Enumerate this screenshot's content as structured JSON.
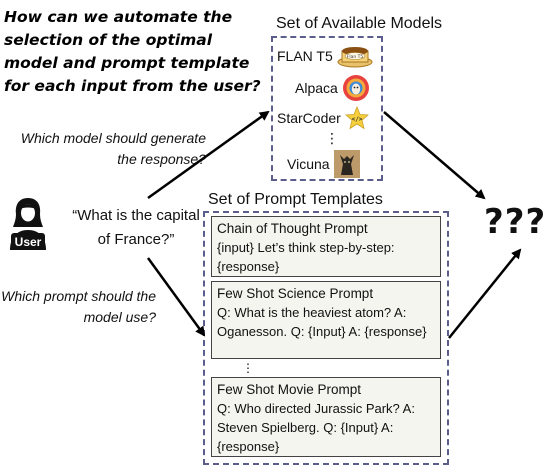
{
  "question": "How can we automate the selection of the optimal model and prompt template for each input from the user?",
  "model_question": "Which model should generate the response?",
  "prompt_question": "Which prompt should the model use?",
  "user": {
    "label": "User",
    "input": "“What is the capital of France?”"
  },
  "models": {
    "title": "Set of Available Models",
    "items": [
      {
        "name": "FLAN T5",
        "badge": "Flan T5",
        "icon": "flan-pudding-icon"
      },
      {
        "name": "Alpaca",
        "icon": "alpaca-icon"
      },
      {
        "name": "StarCoder",
        "badge": "</>",
        "icon": "star-code-icon"
      },
      {
        "name": "Vicuna",
        "icon": "vicuna-icon"
      }
    ],
    "ellipsis": "⋮"
  },
  "templates": {
    "title": "Set of Prompt Templates",
    "items": [
      {
        "name": "Chain of Thought Prompt",
        "body": "{input} Let’s think step-by-step: {response}"
      },
      {
        "name": "Few Shot Science Prompt",
        "body": "Q: What is the heaviest atom? A: Oganesson. Q: {Input} A: {response}"
      },
      {
        "name": "Few Shot Movie Prompt",
        "body": "Q: Who directed Jurassic Park? A: Steven Spielberg. Q: {Input} A: {response}"
      }
    ],
    "ellipsis": "⋮"
  },
  "output": "???",
  "colors": {
    "box_border": "#5b5e8c",
    "template_fill": "#f5f5ef",
    "arrow": "#000000"
  }
}
